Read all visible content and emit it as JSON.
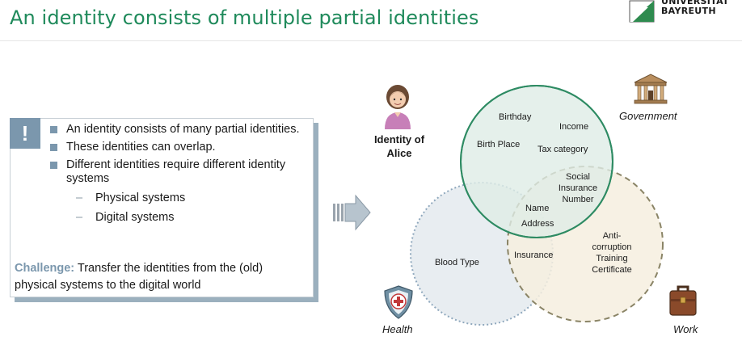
{
  "title": "An identity consists of multiple partial identities",
  "logo": {
    "line1": "UNIVERSITÄT",
    "line2": "BAYREUTH"
  },
  "panel": {
    "alert_symbol": "!",
    "bullets": [
      "An identity consists of many partial identities.",
      "These identities can overlap.",
      "Different identities require different identity systems"
    ],
    "sub_bullets": [
      "Physical systems",
      "Digital systems"
    ],
    "challenge_label": "Challenge:",
    "challenge_text": "Transfer the identities from the (old) physical systems to the digital world"
  },
  "diagram": {
    "person_label": "Identity of Alice",
    "government_label": "Government",
    "health_label": "Health",
    "work_label": "Work",
    "government_items": [
      "Birthday",
      "Income",
      "Birth Place",
      "Tax category"
    ],
    "gov_work_items": [
      "Social Insurance Number"
    ],
    "center_items": [
      "Name",
      "Address"
    ],
    "health_items": [
      "Blood Type"
    ],
    "health_work_items": [
      "Insurance"
    ],
    "work_items": [
      "Anti-corruption Training Certificate"
    ]
  },
  "colors": {
    "accent_green": "#1f8a5b",
    "badge_blue": "#7b97ad",
    "government_circle": "#2e8b63",
    "health_circle": "#8fa8bd",
    "work_circle": "#8a8466"
  },
  "icons": {
    "person": "woman-avatar-icon",
    "government": "government-building-icon",
    "health": "health-shield-icon",
    "work": "briefcase-icon",
    "arrow": "right-arrow-icon"
  }
}
